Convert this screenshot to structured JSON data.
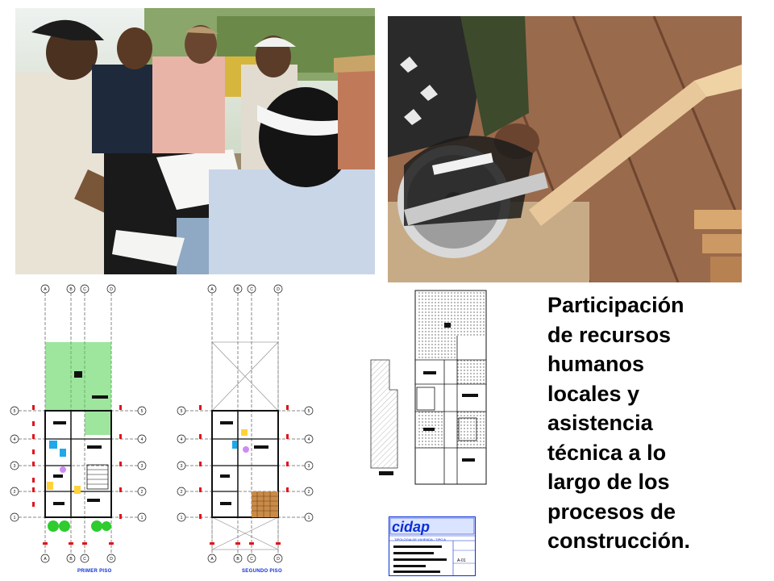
{
  "caption": "Participación\nde recursos\nhumanos\nlocales y\nasistencia\ntécnica a lo\nlargo de los\nprocesos de\nconstrucción.",
  "plans": {
    "floor1_label": "PRIMER PISO",
    "floor2_label": "SEGUNDO PISO",
    "grid_letters": [
      "A",
      "B",
      "C",
      "D"
    ],
    "grid_numbers": [
      "1",
      "2",
      "3",
      "4",
      "5"
    ]
  },
  "title_block": {
    "logo": "cidap",
    "title_line": "TIPOLOGIA DE VIVIENDA - TIPO A",
    "sheet_code": "A-01"
  },
  "colors": {
    "plan_line": "#111111",
    "grid_red": "#e0141c",
    "hatch_green": "#3ec43e",
    "title_blue": "#0a2fd6",
    "deck_brown": "#b0703a"
  }
}
